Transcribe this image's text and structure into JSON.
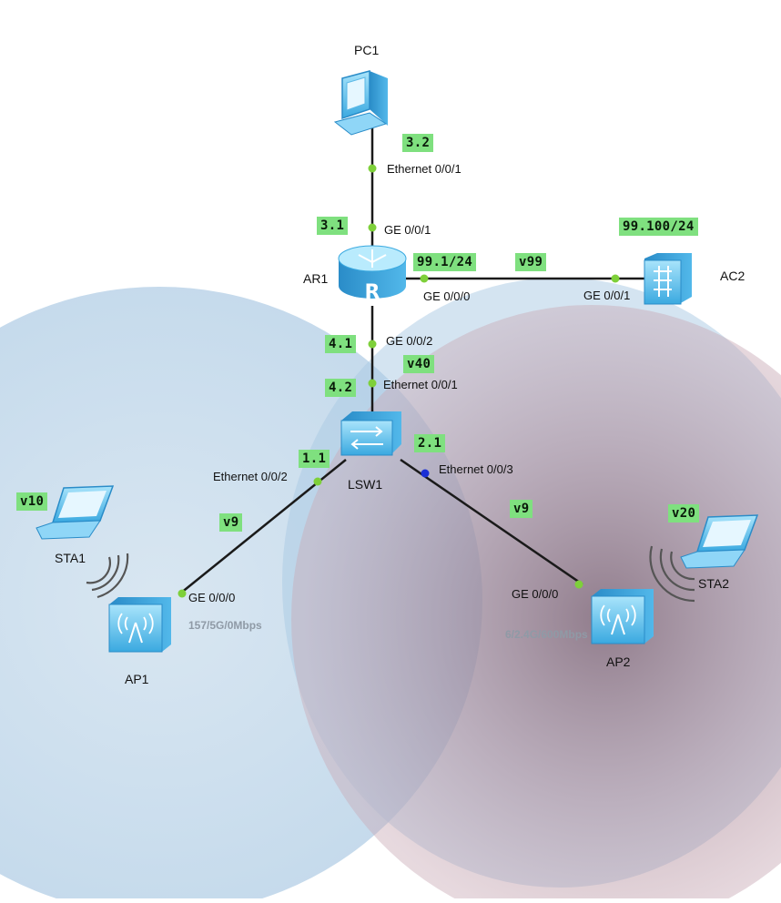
{
  "devices": {
    "pc1": "PC1",
    "ar1": "AR1",
    "ac2": "AC2",
    "lsw1": "LSW1",
    "ap1": "AP1",
    "ap2": "AP2",
    "sta1": "STA1",
    "sta2": "STA2"
  },
  "ports": {
    "pc1_eth": "Ethernet 0/0/1",
    "ar1_ge001": "GE 0/0/1",
    "ar1_ge000": "GE 0/0/0",
    "ac2_ge001": "GE 0/0/1",
    "ar1_ge002": "GE 0/0/2",
    "lsw1_eth001": "Ethernet 0/0/1",
    "lsw1_eth002": "Ethernet 0/0/2",
    "lsw1_eth003": "Ethernet 0/0/3",
    "ap1_ge000": "GE 0/0/0",
    "ap2_ge000": "GE 0/0/0"
  },
  "tags": {
    "pc1_ip": "3.2",
    "ar1_ge001_ip": "3.1",
    "ar1_ge000_ip": "99.1/24",
    "link_vlan99": "v99",
    "ac2_ip": "99.100/24",
    "ar1_ge002_ip": "4.1",
    "link_vlan40": "v40",
    "lsw1_eth001_ip": "4.2",
    "lsw1_eth002_ip": "1.1",
    "lsw1_eth003_ip": "2.1",
    "link_ap1_vlan": "v9",
    "link_ap2_vlan": "v9",
    "sta1_vlan": "v10",
    "sta2_vlan": "v20"
  },
  "rates": {
    "ap1": "157/5G/0Mbps",
    "ap2": "6/2.4G/600Mbps"
  },
  "colors": {
    "link": "#1a1a1a",
    "port_up": "#7ed03a",
    "port_blue": "#1a2fd6",
    "tag_bg": "#7fe07f",
    "ap1_coverage": "#8db8db",
    "ap2_coverage": "#b58a9c"
  }
}
